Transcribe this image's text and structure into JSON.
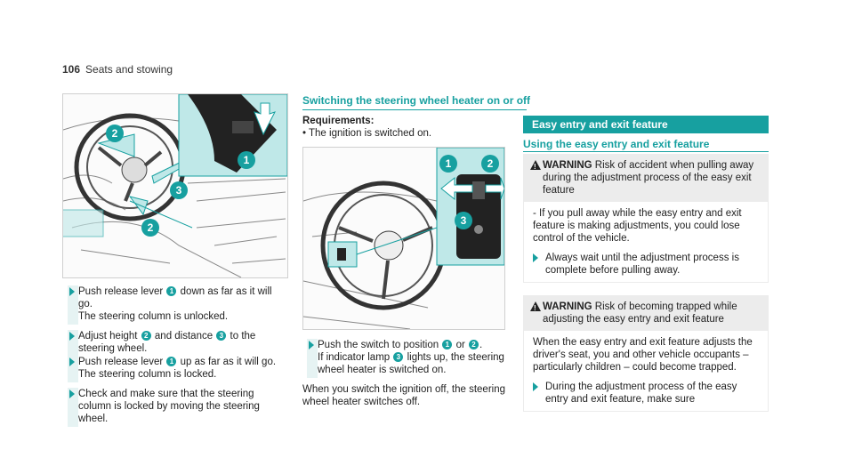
{
  "header": {
    "page_number": "106",
    "section": "Seats and stowing"
  },
  "col1": {
    "steps": [
      {
        "pre": "Push release lever",
        "n": "1",
        "post": "down as far as it will go.",
        "extra": "The steering column is unlocked."
      },
      {
        "pre": "Adjust height",
        "n": "2",
        "mid": "and distance",
        "n2": "3",
        "post": "to the steering wheel.",
        "extra": ""
      },
      {
        "pre": "Push release lever",
        "n": "1",
        "post": "up as far as it will go.",
        "extra": "The steering column is locked."
      },
      {
        "pre": "Check and make sure that the steering column is locked by moving the steering wheel.",
        "n": "",
        "post": "",
        "extra": ""
      }
    ],
    "callouts": [
      "2",
      "1",
      "3",
      "2"
    ]
  },
  "col2": {
    "title": "Switching the steering wheel heater on or off",
    "req_label": "Requirements:",
    "req_item": "The ignition is switched on.",
    "step_pre": "Push the switch to position",
    "step_n1": "1",
    "step_or": "or",
    "step_n2": "2",
    "step_line2_pre": "If indicator lamp",
    "step_n3": "3",
    "step_line2_post": "lights up, the steering wheel heater is switched on.",
    "note": "When you switch the ignition off, the steering wheel heater switches off.",
    "callouts": [
      "1",
      "2",
      "3"
    ]
  },
  "col3": {
    "bar_title": "Easy entry and exit feature",
    "sub_title": "Using the easy entry and exit feature",
    "warn1_title": "WARNING",
    "warn1_text": "Risk of accident when pulling away during the adjustment process of the easy exit feature",
    "warn1_body": "- If you pull away while the easy entry and exit feature is making adjustments, you could lose control of the vehicle.",
    "warn1_step": "Always wait until the adjustment process is complete before pulling away.",
    "warn2_title": "WARNING",
    "warn2_text": "Risk of becoming trapped while adjusting the easy entry and exit feature",
    "warn2_body": "When the easy entry and exit feature adjusts the driver's seat, you and other vehicle occupants – particularly children – could become trapped.",
    "warn2_step": "During the adjustment process of the easy entry and exit feature, make sure"
  }
}
